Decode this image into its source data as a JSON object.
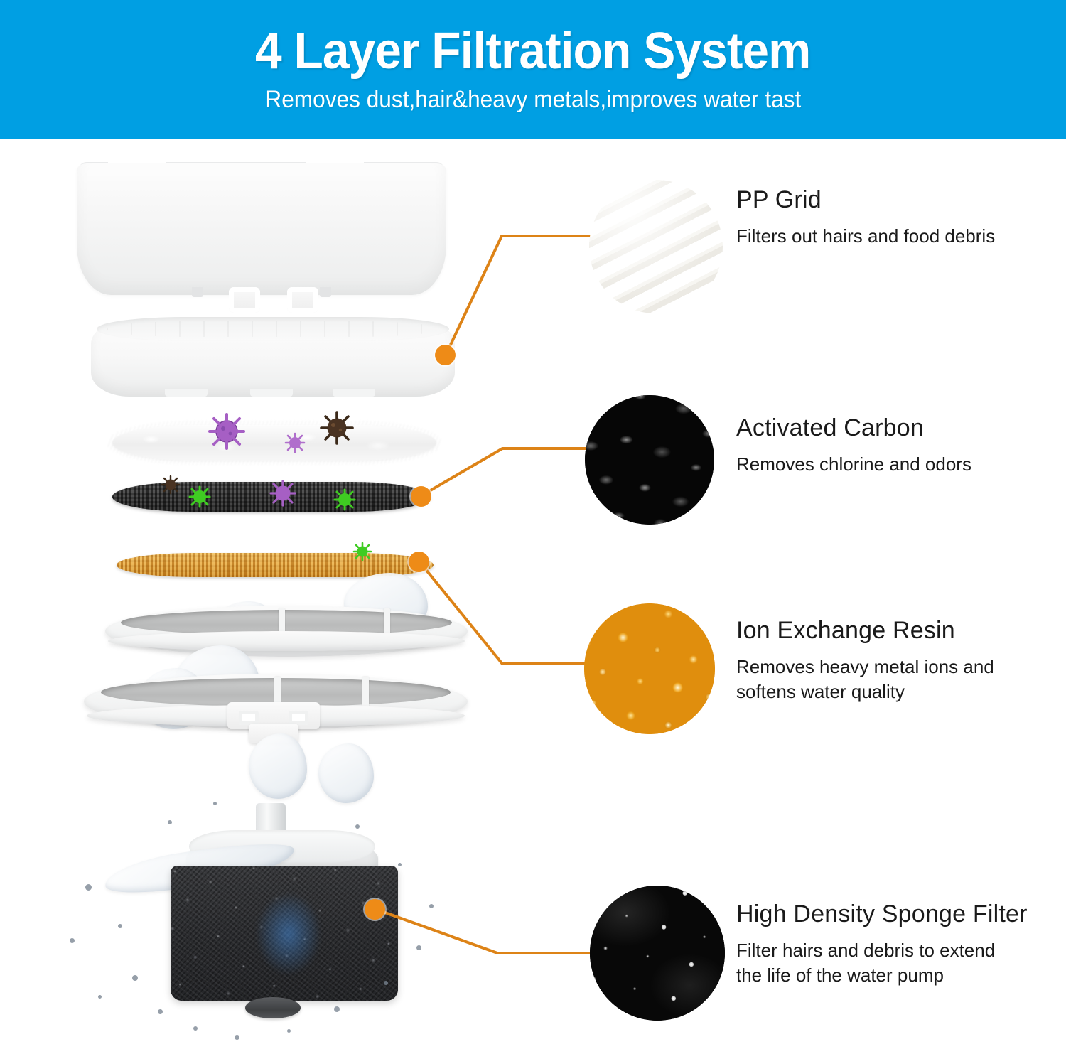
{
  "banner": {
    "title": "4 Layer Filtration System",
    "subtitle": "Removes dust,hair&heavy metals,improves water tast",
    "background_color": "#009FE3",
    "text_color": "#FFFFFF"
  },
  "theme": {
    "accent_orange": "#EE8B17",
    "page_background": "#FFFFFF",
    "body_text_color": "#1A1A1A"
  },
  "callouts": [
    {
      "id": "pp-grid",
      "title": "PP Grid",
      "description": "Filters out hairs and food debris",
      "swatch_name": "pp-grid-swatch",
      "swatch_appearance": "white plastic with diagonal pale grey ribs",
      "swatch_color": "#F2F0EB",
      "order": 1
    },
    {
      "id": "activated-carbon",
      "title": "Activated Carbon",
      "description": "Removes chlorine and odors",
      "swatch_name": "activated-carbon-swatch",
      "swatch_appearance": "black angular carbon granules",
      "swatch_color": "#090909",
      "order": 2
    },
    {
      "id": "ion-exchange-resin",
      "title": "Ion Exchange Resin",
      "description": "Removes heavy metal ions and softens water quality",
      "description_line_1": "Removes heavy metal ions and",
      "description_line_2": "softens water quality",
      "swatch_name": "ion-exchange-resin-swatch",
      "swatch_appearance": "amber glittering resin beads",
      "swatch_color": "#E08E0D",
      "order": 3
    },
    {
      "id": "high-density-sponge-filter",
      "title": "High Density Sponge Filter",
      "description": "Filter hairs and debris to extend the life of the water pump",
      "description_line_1": "Filter hairs and debris to extend",
      "description_line_2": "the life of the water pump",
      "swatch_name": "sponge-filter-swatch",
      "swatch_appearance": "black open-cell foam with white speckles",
      "swatch_color": "#080808",
      "order": 4
    }
  ],
  "product_parts": [
    {
      "name": "top-lid-cover",
      "label": "Top lid cover",
      "color": "#F7F7F7"
    },
    {
      "name": "pp-grid-tray",
      "label": "PP grid tray",
      "color": "#F8F8F8"
    },
    {
      "name": "cotton-fiber-pad",
      "label": "White cotton fiber pad",
      "color": "#F4F4F4"
    },
    {
      "name": "activated-carbon-layer",
      "label": "Activated carbon mesh layer",
      "color": "#3A3A3A"
    },
    {
      "name": "ion-exchange-resin-layer",
      "label": "Ion exchange resin layer",
      "color": "#E3A23A"
    },
    {
      "name": "upper-filter-tray",
      "label": "Upper filter tray frame",
      "color": "#F2F3F3"
    },
    {
      "name": "lower-filter-tray",
      "label": "Lower filter tray frame",
      "color": "#F2F3F3"
    },
    {
      "name": "water-pump",
      "label": "Water pump housing",
      "color": "#E4E6E7"
    },
    {
      "name": "sponge-pre-filter",
      "label": "High density sponge pre-filter",
      "color": "#2C2D2F"
    },
    {
      "name": "suction-cup-foot",
      "label": "Suction cup foot",
      "color": "#434547"
    }
  ],
  "germs": [
    {
      "name": "germ-purple-large",
      "color": "#A65FC4"
    },
    {
      "name": "germ-purple-small",
      "color": "#B06FCC"
    },
    {
      "name": "germ-brown",
      "color": "#4A3322"
    },
    {
      "name": "germ-green",
      "color": "#3FCC22"
    }
  ]
}
